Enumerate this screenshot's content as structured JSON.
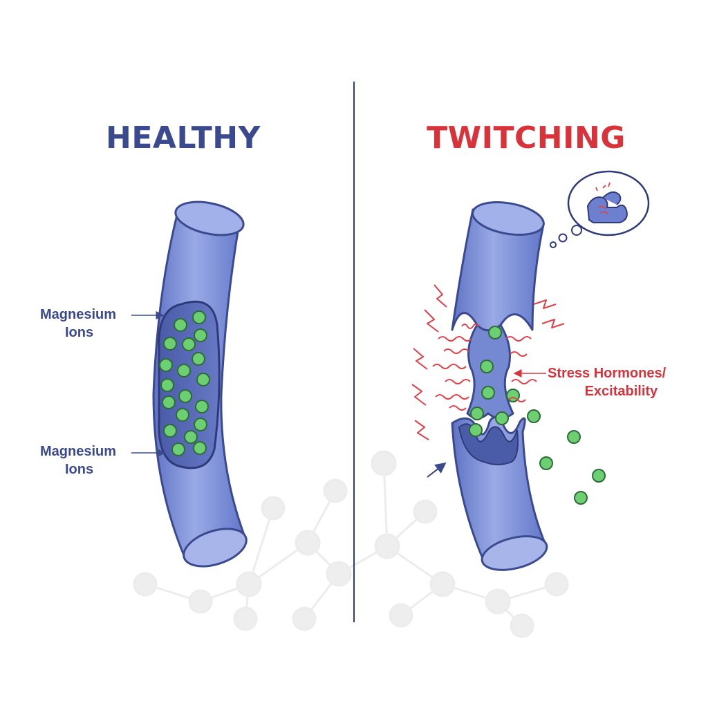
{
  "panels": {
    "healthy": {
      "title": "HEALTHY",
      "title_color": "#3b4a8f",
      "labels": [
        {
          "lines": [
            "Magnesium",
            "Ions"
          ]
        },
        {
          "lines": [
            "Magnesium",
            "Ions"
          ]
        }
      ]
    },
    "twitching": {
      "title": "TWITCHING",
      "title_color": "#d8333b",
      "label": {
        "lines": [
          "Stress Hormones/",
          "Excitability"
        ]
      },
      "thought_bubble_icon": "flexed-bicep-icon"
    }
  },
  "colors": {
    "fiber_fill": "#7b8fd6",
    "fiber_outline": "#3b4a8f",
    "ion_fill": "#6ccf72",
    "ion_outline": "#2f6b3a",
    "stress_lines": "#e04048",
    "divider": "#2e3a7a",
    "network": "#e6e6e6"
  }
}
